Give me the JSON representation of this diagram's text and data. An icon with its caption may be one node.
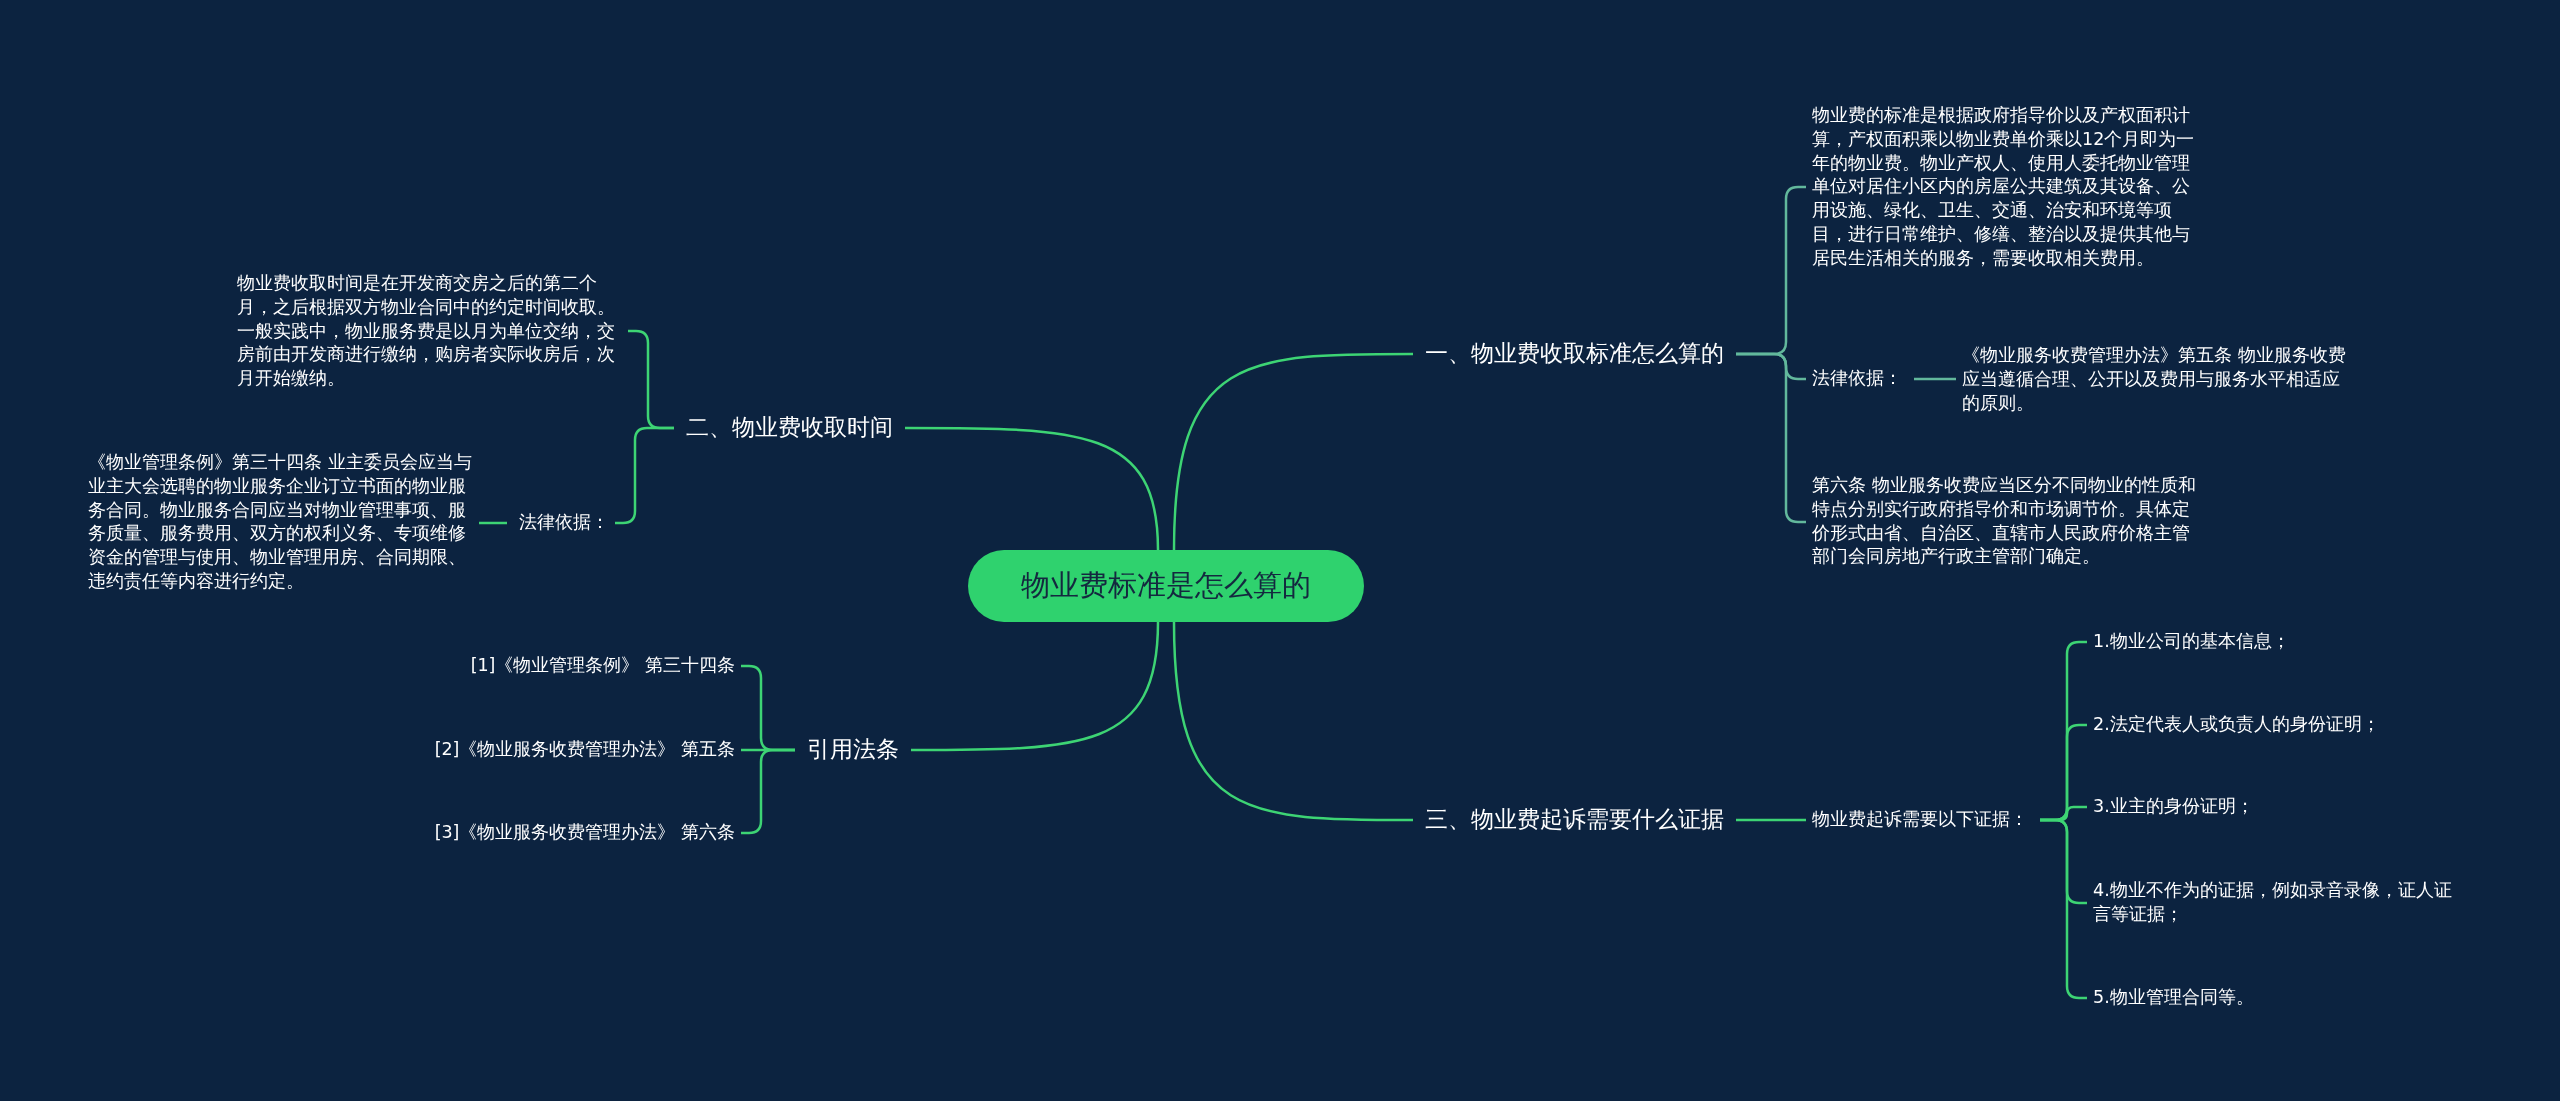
{
  "diagram": {
    "nodes": [
      {
        "text": [
          "物业费标准是怎么算的"
        ]
      },
      {
        "text": [
          "一、物业费收取标准怎么算的"
        ]
      },
      {
        "text": [
          "物业费的标准是根据政府指导价以及产权面积计算，产权面积乘以物业费单价乘以12个月即为一年的物业费。物业产权人、使用人委托物业管理单位对居住小区内的房屋公共建筑及其设备、公用设施、绿化、卫生、交通、治安和环境等项目，进行日常维护、修缮、整治以及提供其他与居民生活相关的服务，需要收取相关费用。"
        ]
      },
      {
        "text": [
          "法律依据："
        ]
      },
      {
        "text": [
          "《物业服务收费管理办法》第五条 物业服务收费应当遵循合理、公开以及费用与服务水平相适应的原则。"
        ]
      },
      {
        "text": [
          "第六条 物业服务收费应当区分不同物业的性质和特点分别实行政府指导价和市场调节价。具体定价形式由省、自治区、直辖市人民政府价格主管部门会同房地产行政主管部门确定。"
        ]
      },
      {
        "text": [
          "二、物业费收取时间"
        ]
      },
      {
        "text": [
          "物业费收取时间是在开发商交房之后的第二个月，之后根据双方物业合同中的约定时间收取。一般实践中，物业服务费是以月为单位交纳，交房前由开发商进行缴纳，购房者实际收房后，次月开始缴纳。"
        ]
      },
      {
        "text": [
          "法律依据："
        ]
      },
      {
        "text": [
          "《物业管理条例》第三十四条 业主委员会应当与业主大会选聘的物业服务企业订立书面的物业服务合同。物业服务合同应当对物业管理事项、服务质量、服务费用、双方的权利义务、专项维修资金的管理与使用、物业管理用房、合同期限、违约责任等内容进行约定。"
        ]
      },
      {
        "text": [
          "引用法条"
        ]
      },
      {
        "text": [
          "[1]《物业管理条例》 第三十四条"
        ]
      },
      {
        "text": [
          "[2]《物业服务收费管理办法》 第五条"
        ]
      },
      {
        "text": [
          "[3]《物业服务收费管理办法》 第六条"
        ]
      },
      {
        "text": [
          "三、物业费起诉需要什么证据"
        ]
      },
      {
        "text": [
          "物业费起诉需要以下证据："
        ]
      },
      {
        "text": [
          "1.物业公司的基本信息；"
        ]
      },
      {
        "text": [
          "2.法定代表人或负责人的身份证明；"
        ]
      },
      {
        "text": [
          "3.业主的身份证明；"
        ]
      },
      {
        "text": [
          "4.物业不作为的证据，例如录音录像，证人证言等证据；"
        ]
      },
      {
        "text": [
          "5.物业管理合同等。"
        ]
      }
    ],
    "edges": [
      {
        "from": 0,
        "to": 1,
        "arrow": "none"
      },
      {
        "from": 1,
        "to": 2,
        "arrow": "none",
        "color": "#62b89c"
      },
      {
        "from": 1,
        "to": 3,
        "arrow": "none",
        "color": "#62b89c"
      },
      {
        "from": 3,
        "to": 4,
        "arrow": "none",
        "color": "#62b89c"
      },
      {
        "from": 1,
        "to": 5,
        "arrow": "none",
        "color": "#62b89c"
      },
      {
        "from": 0,
        "to": 6,
        "arrow": "none"
      },
      {
        "from": 6,
        "to": 7,
        "arrow": "none"
      },
      {
        "from": 6,
        "to": 8,
        "arrow": "none"
      },
      {
        "from": 8,
        "to": 9,
        "arrow": "none"
      },
      {
        "from": 0,
        "to": 10,
        "arrow": "none"
      },
      {
        "from": 10,
        "to": 11,
        "arrow": "none"
      },
      {
        "from": 10,
        "to": 12,
        "arrow": "none"
      },
      {
        "from": 10,
        "to": 13,
        "arrow": "none"
      },
      {
        "from": 0,
        "to": 14,
        "arrow": "none"
      },
      {
        "from": 14,
        "to": 15,
        "arrow": "none"
      },
      {
        "from": 15,
        "to": 16,
        "arrow": "none"
      },
      {
        "from": 15,
        "to": 17,
        "arrow": "none"
      },
      {
        "from": 15,
        "to": 18,
        "arrow": "none"
      },
      {
        "from": 15,
        "to": 19,
        "arrow": "none"
      },
      {
        "from": 15,
        "to": 20,
        "arrow": "none"
      }
    ]
  }
}
